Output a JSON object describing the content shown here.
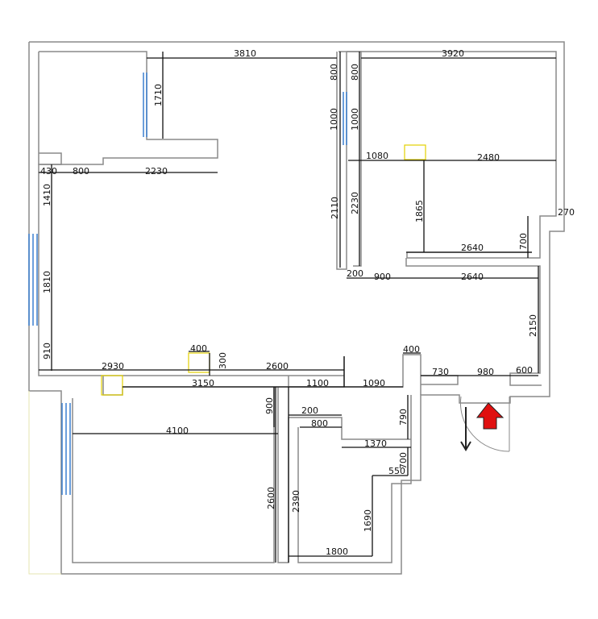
{
  "colors": {
    "wall_stroke": "#8a8a8a",
    "dim_line": "#111111",
    "window": "#3a7fd0",
    "hatch": "#e3d000",
    "arrow_red": "#e01010",
    "arrow_dark": "#222222"
  },
  "dimensions": {
    "d3810": "3810",
    "d3920": "3920",
    "d1710": "1710",
    "d800_top_left": "800",
    "d800_top_right": "800",
    "d1000_a": "1000",
    "d1000_b": "1000",
    "d430": "430",
    "d800_hall": "800",
    "d2230_hall": "2230",
    "d1080": "1080",
    "d2480": "2480",
    "d1410": "1410",
    "d2110": "2110",
    "d2230_vert": "2230",
    "d1865": "1865",
    "d270": "270",
    "d700_right": "700",
    "d2640_top": "2640",
    "d1810": "1810",
    "d200_top": "200",
    "d900_top": "900",
    "d2640_bottom": "2640",
    "d2150": "2150",
    "d910": "910",
    "d400_a": "400",
    "d300": "300",
    "d2930": "2930",
    "d2600_h": "2600",
    "d400_b": "400",
    "d730": "730",
    "d980": "980",
    "d600": "600",
    "d3150": "3150",
    "d1100": "1100",
    "d1090": "1090",
    "d900_vert": "900",
    "d200_bath": "200",
    "d790": "790",
    "d800_bath": "800",
    "d4100": "4100",
    "d1370": "1370",
    "d700_bath": "700",
    "d550": "550",
    "d2600_v": "2600",
    "d2390": "2390",
    "d1690": "1690",
    "d1800": "1800"
  }
}
